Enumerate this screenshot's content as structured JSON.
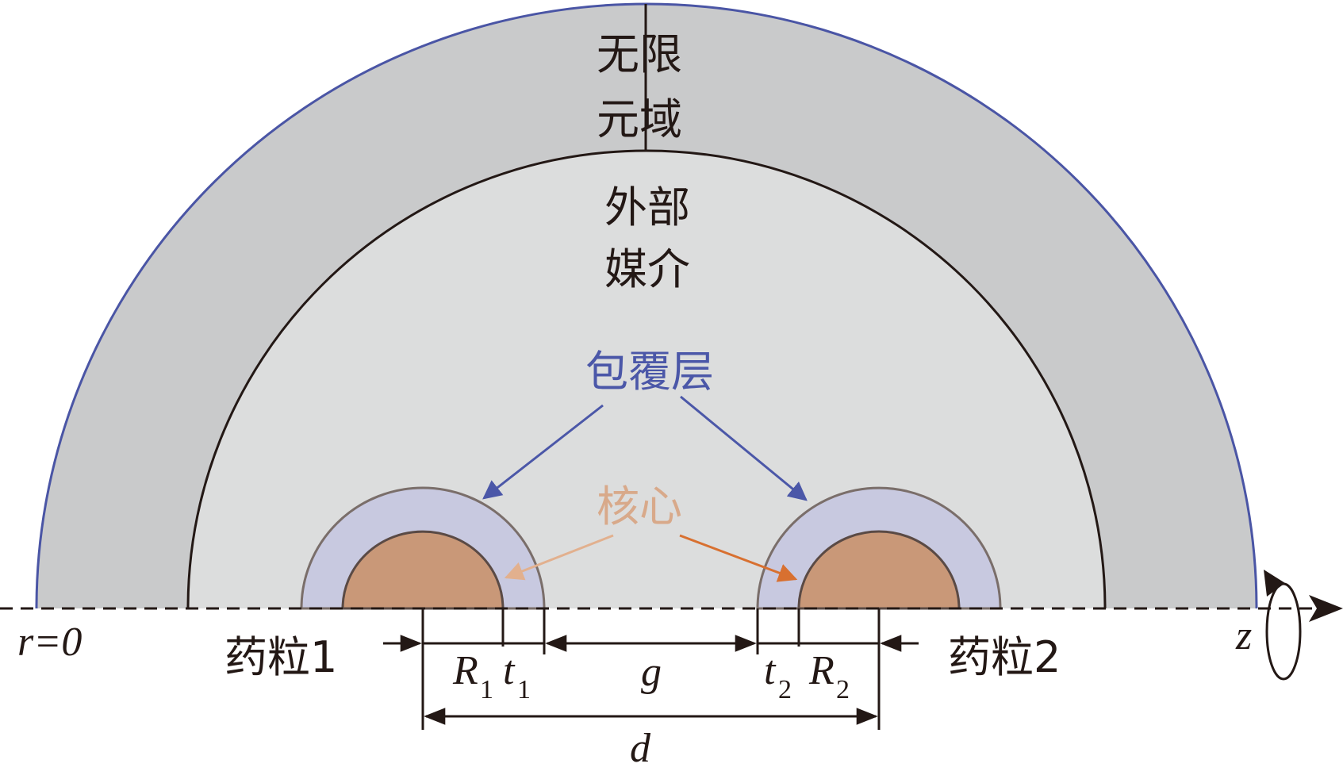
{
  "labels": {
    "infinite_line1": "无限",
    "infinite_line2": "元域",
    "external_line1": "外部",
    "external_line2": "媒介",
    "coating": "包覆层",
    "core": "核心",
    "pellet1": "药粒1",
    "pellet2": "药粒2",
    "r_zero": "r=0",
    "z_axis": "z",
    "R1_main": "R",
    "R1_sub": "1",
    "t1_main": "t",
    "t1_sub": "1",
    "g": "g",
    "t2_main": "t",
    "t2_sub": "2",
    "R2_main": "R",
    "R2_sub": "2",
    "d": "d"
  },
  "colors": {
    "outer_domain": "#c9cacb",
    "external_medium": "#dcdddd",
    "coating_fill": "#c8c9e0",
    "core_fill": "#c99878",
    "outer_rim": "#4a55a5",
    "coating_arrow": "#4b57a8",
    "coating_text": "#4b57a8",
    "core_text": "#d8a98a",
    "core_arrow_left": "#e2b08e",
    "core_arrow_right": "#d87030",
    "ink": "#231815",
    "shell_edge": "#7a6e6a"
  }
}
